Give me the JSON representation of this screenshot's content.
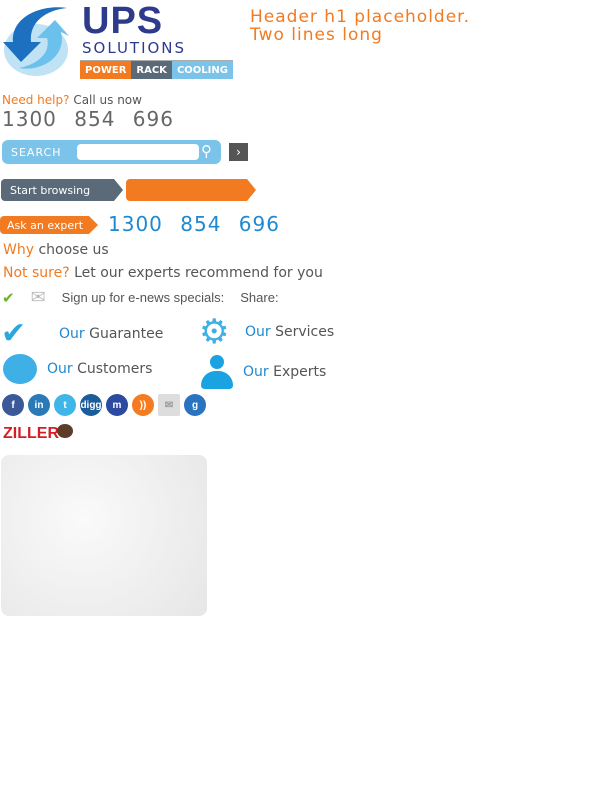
{
  "logo": {
    "name": "UPS",
    "sub": "SOLUTIONS",
    "tags": [
      "POWER",
      "RACK",
      "COOLING"
    ]
  },
  "header": {
    "h1_line1": "Header h1 placeholder.",
    "h1_line2": "Two lines long"
  },
  "help": {
    "prefix": "Need help?",
    "text": "Call us now",
    "phone": "1300 854 696"
  },
  "search": {
    "label": "SEARCH",
    "placeholder": ""
  },
  "nav": {
    "start": "Start browsing",
    "ask": "Ask an expert",
    "phone": "1300 854 696"
  },
  "why": {
    "prefix": "Why",
    "text": "choose us"
  },
  "notsure": {
    "prefix": "Not sure?",
    "text": "Let our experts recommend for you"
  },
  "signup": {
    "text": "Sign up for e-news specials:",
    "share": "Share:"
  },
  "features": [
    {
      "prefix": "Our",
      "label": "Guarantee"
    },
    {
      "prefix": "Our",
      "label": "Services"
    },
    {
      "prefix": "Our",
      "label": "Customers"
    },
    {
      "prefix": "Our",
      "label": "Experts"
    }
  ],
  "social": [
    {
      "icon": "facebook-icon",
      "glyph": "f",
      "color": "#3b5998"
    },
    {
      "icon": "linkedin-icon",
      "glyph": "in",
      "color": "#2a7ab8"
    },
    {
      "icon": "twitter-icon",
      "glyph": "t",
      "color": "#3fb5e8"
    },
    {
      "icon": "digg-icon",
      "glyph": "digg",
      "color": "#1d5c9a"
    },
    {
      "icon": "myspace-icon",
      "glyph": "m",
      "color": "#2b4aa0"
    },
    {
      "icon": "rss-icon",
      "glyph": "))",
      "color": "#f47b20"
    },
    {
      "icon": "email-icon",
      "glyph": "✉",
      "color": "#ddd"
    },
    {
      "icon": "google-icon",
      "glyph": "g",
      "color": "#2a73c0"
    }
  ],
  "ziller": {
    "name": "ZILLER"
  }
}
